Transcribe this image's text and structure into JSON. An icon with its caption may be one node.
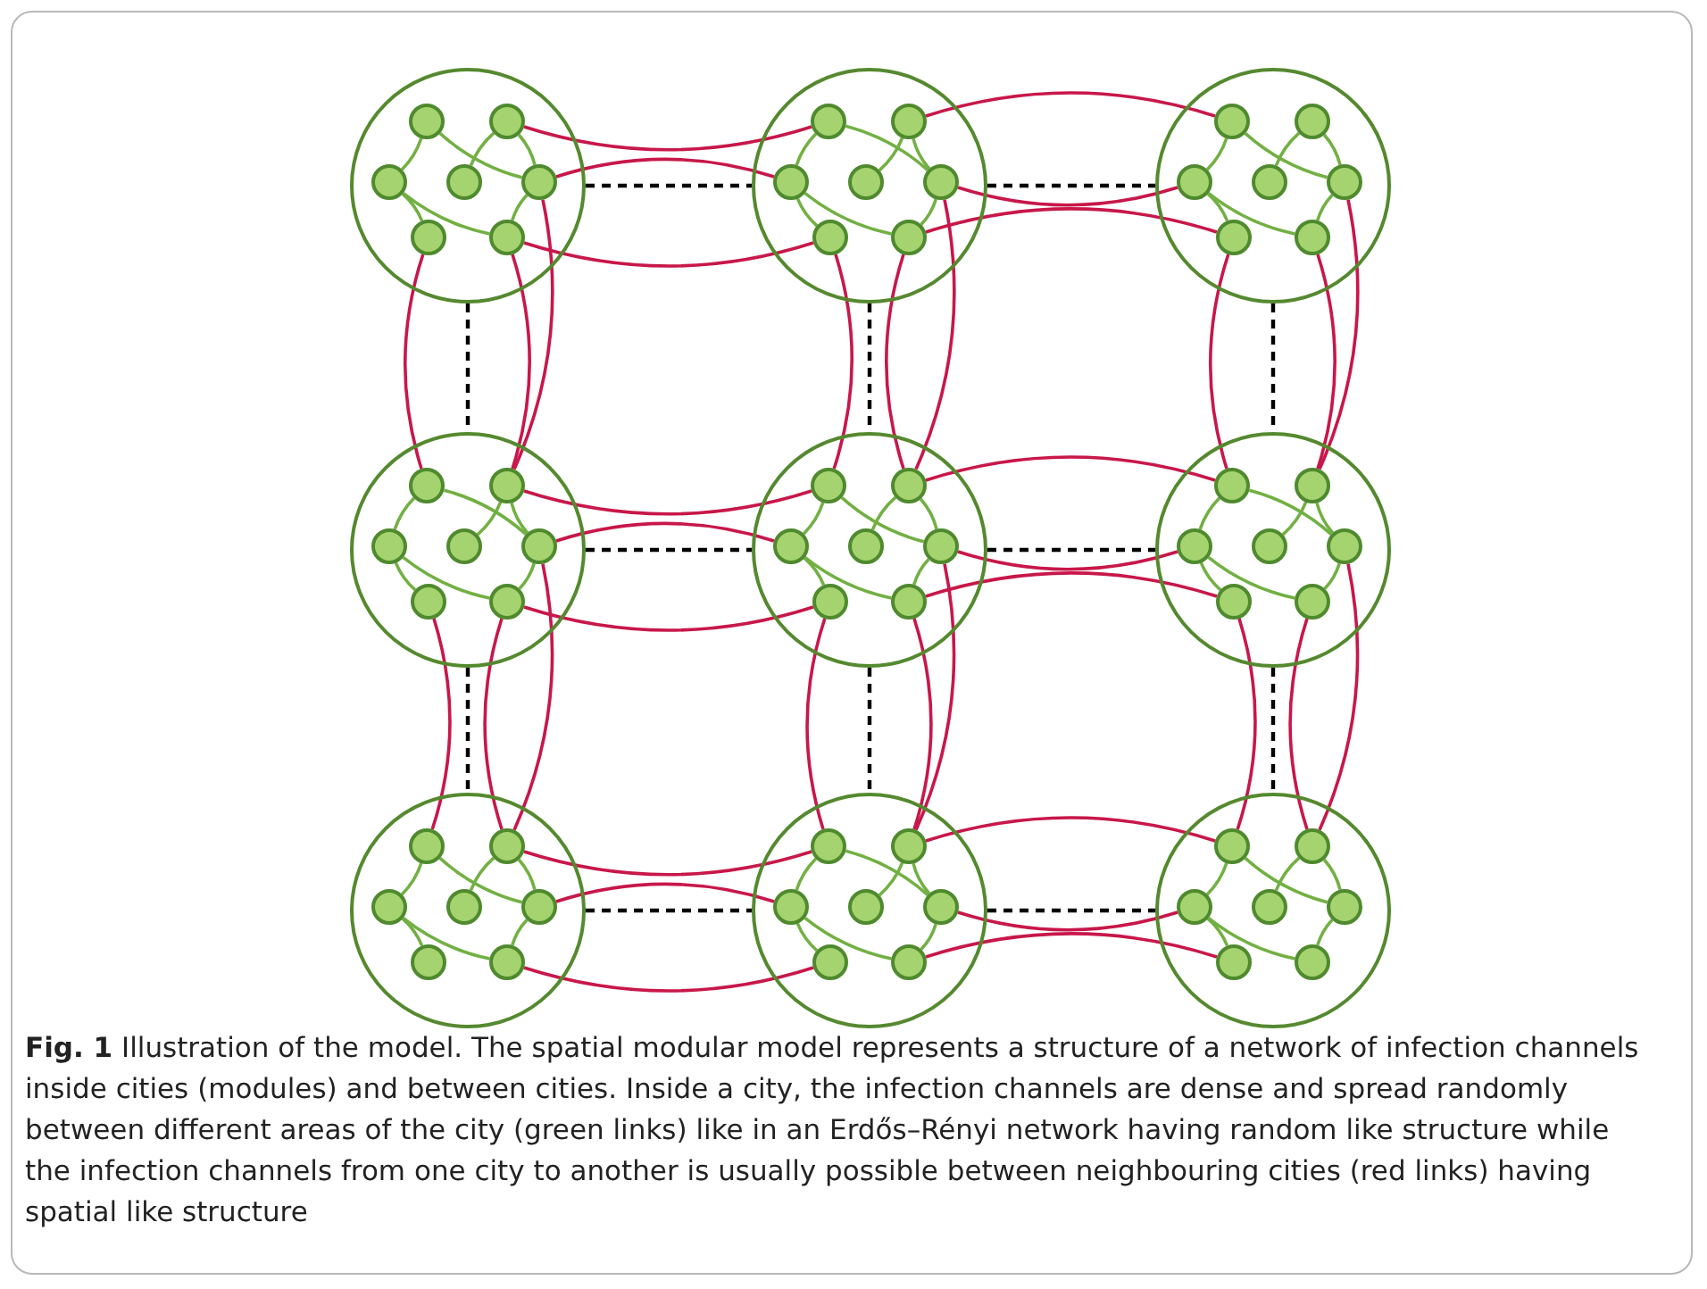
{
  "diagram": {
    "caption": "**Fig. 1** Illustration of the model. The spatial modular model represents a structure of a network of infection channels inside cities (modules) and between cities. Inside a city, the infection channels are dense and spread randomly between different areas of the city (green links) like in an Erdős–Rényi network having random like structure while the infection channels from one city to another is usually possible between neighbouring cities (red links) having spatial like structure",
    "nodes": [
      {
        "text": [],
        "shape": "circle"
      },
      {
        "text": [],
        "shape": "circle",
        "in": 0
      },
      {
        "text": [],
        "shape": "circle",
        "in": 0
      },
      {
        "text": [],
        "shape": "circle",
        "in": 0
      },
      {
        "text": [],
        "shape": "circle",
        "in": 0
      },
      {
        "text": [],
        "shape": "circle",
        "in": 0
      },
      {
        "text": [],
        "shape": "circle",
        "in": 0
      },
      {
        "text": [],
        "shape": "circle",
        "in": 0
      },
      {
        "text": [],
        "shape": "circle"
      },
      {
        "text": [],
        "shape": "circle",
        "in": 8
      },
      {
        "text": [],
        "shape": "circle",
        "in": 8
      },
      {
        "text": [],
        "shape": "circle",
        "in": 8
      },
      {
        "text": [],
        "shape": "circle",
        "in": 8
      },
      {
        "text": [],
        "shape": "circle",
        "in": 8
      },
      {
        "text": [],
        "shape": "circle",
        "in": 8
      },
      {
        "text": [],
        "shape": "circle",
        "in": 8
      },
      {
        "text": [],
        "shape": "circle"
      },
      {
        "text": [],
        "shape": "circle",
        "in": 16
      },
      {
        "text": [],
        "shape": "circle",
        "in": 16
      },
      {
        "text": [],
        "shape": "circle",
        "in": 16
      },
      {
        "text": [],
        "shape": "circle",
        "in": 16
      },
      {
        "text": [],
        "shape": "circle",
        "in": 16
      },
      {
        "text": [],
        "shape": "circle",
        "in": 16
      },
      {
        "text": [],
        "shape": "circle",
        "in": 16
      },
      {
        "text": [],
        "shape": "circle"
      },
      {
        "text": [],
        "shape": "circle",
        "in": 24
      },
      {
        "text": [],
        "shape": "circle",
        "in": 24
      },
      {
        "text": [],
        "shape": "circle",
        "in": 24
      },
      {
        "text": [],
        "shape": "circle",
        "in": 24
      },
      {
        "text": [],
        "shape": "circle",
        "in": 24
      },
      {
        "text": [],
        "shape": "circle",
        "in": 24
      },
      {
        "text": [],
        "shape": "circle",
        "in": 24
      },
      {
        "text": [],
        "shape": "circle"
      },
      {
        "text": [],
        "shape": "circle",
        "in": 32
      },
      {
        "text": [],
        "shape": "circle",
        "in": 32
      },
      {
        "text": [],
        "shape": "circle",
        "in": 32
      },
      {
        "text": [],
        "shape": "circle",
        "in": 32
      },
      {
        "text": [],
        "shape": "circle",
        "in": 32
      },
      {
        "text": [],
        "shape": "circle",
        "in": 32
      },
      {
        "text": [],
        "shape": "circle",
        "in": 32
      },
      {
        "text": [],
        "shape": "circle"
      },
      {
        "text": [],
        "shape": "circle",
        "in": 40
      },
      {
        "text": [],
        "shape": "circle",
        "in": 40
      },
      {
        "text": [],
        "shape": "circle",
        "in": 40
      },
      {
        "text": [],
        "shape": "circle",
        "in": 40
      },
      {
        "text": [],
        "shape": "circle",
        "in": 40
      },
      {
        "text": [],
        "shape": "circle",
        "in": 40
      },
      {
        "text": [],
        "shape": "circle",
        "in": 40
      },
      {
        "text": [],
        "shape": "circle"
      },
      {
        "text": [],
        "shape": "circle",
        "in": 48
      },
      {
        "text": [],
        "shape": "circle",
        "in": 48
      },
      {
        "text": [],
        "shape": "circle",
        "in": 48
      },
      {
        "text": [],
        "shape": "circle",
        "in": 48
      },
      {
        "text": [],
        "shape": "circle",
        "in": 48
      },
      {
        "text": [],
        "shape": "circle",
        "in": 48
      },
      {
        "text": [],
        "shape": "circle",
        "in": 48
      },
      {
        "text": [],
        "shape": "circle"
      },
      {
        "text": [],
        "shape": "circle",
        "in": 56
      },
      {
        "text": [],
        "shape": "circle",
        "in": 56
      },
      {
        "text": [],
        "shape": "circle",
        "in": 56
      },
      {
        "text": [],
        "shape": "circle",
        "in": 56
      },
      {
        "text": [],
        "shape": "circle",
        "in": 56
      },
      {
        "text": [],
        "shape": "circle",
        "in": 56
      },
      {
        "text": [],
        "shape": "circle",
        "in": 56
      },
      {
        "text": [],
        "shape": "circle"
      },
      {
        "text": [],
        "shape": "circle",
        "in": 64
      },
      {
        "text": [],
        "shape": "circle",
        "in": 64
      },
      {
        "text": [],
        "shape": "circle",
        "in": 64
      },
      {
        "text": [],
        "shape": "circle",
        "in": 64
      },
      {
        "text": [],
        "shape": "circle",
        "in": 64
      },
      {
        "text": [],
        "shape": "circle",
        "in": 64
      },
      {
        "text": [],
        "shape": "circle",
        "in": 64
      }
    ],
    "edges": [
      {
        "from": 1,
        "to": 3,
        "arrow": "none"
      },
      {
        "from": 1,
        "to": 5,
        "arrow": "none"
      },
      {
        "from": 2,
        "to": 5,
        "arrow": "none"
      },
      {
        "from": 2,
        "to": 4,
        "arrow": "none"
      },
      {
        "from": 3,
        "to": 6,
        "arrow": "none"
      },
      {
        "from": 5,
        "to": 7,
        "arrow": "none"
      },
      {
        "from": 3,
        "to": 7,
        "arrow": "none"
      },
      {
        "from": 9,
        "to": 11,
        "arrow": "none"
      },
      {
        "from": 9,
        "to": 13,
        "arrow": "none"
      },
      {
        "from": 10,
        "to": 13,
        "arrow": "none"
      },
      {
        "from": 10,
        "to": 12,
        "arrow": "none"
      },
      {
        "from": 11,
        "to": 14,
        "arrow": "none"
      },
      {
        "from": 13,
        "to": 15,
        "arrow": "none"
      },
      {
        "from": 11,
        "to": 15,
        "arrow": "none"
      },
      {
        "from": 17,
        "to": 19,
        "arrow": "none"
      },
      {
        "from": 17,
        "to": 21,
        "arrow": "none"
      },
      {
        "from": 18,
        "to": 21,
        "arrow": "none"
      },
      {
        "from": 18,
        "to": 20,
        "arrow": "none"
      },
      {
        "from": 19,
        "to": 22,
        "arrow": "none"
      },
      {
        "from": 21,
        "to": 23,
        "arrow": "none"
      },
      {
        "from": 19,
        "to": 23,
        "arrow": "none"
      },
      {
        "from": 25,
        "to": 27,
        "arrow": "none"
      },
      {
        "from": 25,
        "to": 29,
        "arrow": "none"
      },
      {
        "from": 26,
        "to": 29,
        "arrow": "none"
      },
      {
        "from": 26,
        "to": 28,
        "arrow": "none"
      },
      {
        "from": 27,
        "to": 30,
        "arrow": "none"
      },
      {
        "from": 29,
        "to": 31,
        "arrow": "none"
      },
      {
        "from": 27,
        "to": 31,
        "arrow": "none"
      },
      {
        "from": 33,
        "to": 35,
        "arrow": "none"
      },
      {
        "from": 33,
        "to": 37,
        "arrow": "none"
      },
      {
        "from": 34,
        "to": 37,
        "arrow": "none"
      },
      {
        "from": 34,
        "to": 36,
        "arrow": "none"
      },
      {
        "from": 35,
        "to": 38,
        "arrow": "none"
      },
      {
        "from": 37,
        "to": 39,
        "arrow": "none"
      },
      {
        "from": 35,
        "to": 39,
        "arrow": "none"
      },
      {
        "from": 41,
        "to": 43,
        "arrow": "none"
      },
      {
        "from": 41,
        "to": 45,
        "arrow": "none"
      },
      {
        "from": 42,
        "to": 45,
        "arrow": "none"
      },
      {
        "from": 42,
        "to": 44,
        "arrow": "none"
      },
      {
        "from": 43,
        "to": 46,
        "arrow": "none"
      },
      {
        "from": 45,
        "to": 47,
        "arrow": "none"
      },
      {
        "from": 43,
        "to": 47,
        "arrow": "none"
      },
      {
        "from": 49,
        "to": 51,
        "arrow": "none"
      },
      {
        "from": 49,
        "to": 53,
        "arrow": "none"
      },
      {
        "from": 50,
        "to": 53,
        "arrow": "none"
      },
      {
        "from": 50,
        "to": 52,
        "arrow": "none"
      },
      {
        "from": 51,
        "to": 54,
        "arrow": "none"
      },
      {
        "from": 53,
        "to": 55,
        "arrow": "none"
      },
      {
        "from": 51,
        "to": 55,
        "arrow": "none"
      },
      {
        "from": 57,
        "to": 59,
        "arrow": "none"
      },
      {
        "from": 57,
        "to": 61,
        "arrow": "none"
      },
      {
        "from": 58,
        "to": 61,
        "arrow": "none"
      },
      {
        "from": 58,
        "to": 60,
        "arrow": "none"
      },
      {
        "from": 59,
        "to": 62,
        "arrow": "none"
      },
      {
        "from": 61,
        "to": 63,
        "arrow": "none"
      },
      {
        "from": 59,
        "to": 63,
        "arrow": "none"
      },
      {
        "from": 65,
        "to": 67,
        "arrow": "none"
      },
      {
        "from": 65,
        "to": 69,
        "arrow": "none"
      },
      {
        "from": 66,
        "to": 69,
        "arrow": "none"
      },
      {
        "from": 66,
        "to": 68,
        "arrow": "none"
      },
      {
        "from": 67,
        "to": 70,
        "arrow": "none"
      },
      {
        "from": 69,
        "to": 71,
        "arrow": "none"
      },
      {
        "from": 67,
        "to": 71,
        "arrow": "none"
      },
      {
        "from": 2,
        "to": 9,
        "arrow": "none",
        "color": "#c8174a"
      },
      {
        "from": 5,
        "to": 11,
        "arrow": "none",
        "color": "#c8174a"
      },
      {
        "from": 7,
        "to": 14,
        "arrow": "none",
        "color": "#c8174a"
      },
      {
        "from": 10,
        "to": 17,
        "arrow": "none",
        "color": "#c8174a"
      },
      {
        "from": 13,
        "to": 19,
        "arrow": "none",
        "color": "#c8174a"
      },
      {
        "from": 15,
        "to": 22,
        "arrow": "none",
        "color": "#c8174a"
      },
      {
        "from": 26,
        "to": 33,
        "arrow": "none",
        "color": "#c8174a"
      },
      {
        "from": 29,
        "to": 35,
        "arrow": "none",
        "color": "#c8174a"
      },
      {
        "from": 31,
        "to": 38,
        "arrow": "none",
        "color": "#c8174a"
      },
      {
        "from": 34,
        "to": 41,
        "arrow": "none",
        "color": "#c8174a"
      },
      {
        "from": 37,
        "to": 43,
        "arrow": "none",
        "color": "#c8174a"
      },
      {
        "from": 39,
        "to": 46,
        "arrow": "none",
        "color": "#c8174a"
      },
      {
        "from": 50,
        "to": 57,
        "arrow": "none",
        "color": "#c8174a"
      },
      {
        "from": 53,
        "to": 59,
        "arrow": "none",
        "color": "#c8174a"
      },
      {
        "from": 55,
        "to": 62,
        "arrow": "none",
        "color": "#c8174a"
      },
      {
        "from": 58,
        "to": 65,
        "arrow": "none",
        "color": "#c8174a"
      },
      {
        "from": 61,
        "to": 67,
        "arrow": "none",
        "color": "#c8174a"
      },
      {
        "from": 63,
        "to": 70,
        "arrow": "none",
        "color": "#c8174a"
      },
      {
        "from": 6,
        "to": 25,
        "arrow": "none",
        "color": "#c8174a"
      },
      {
        "from": 7,
        "to": 26,
        "arrow": "none",
        "color": "#c8174a"
      },
      {
        "from": 5,
        "to": 26,
        "arrow": "none",
        "color": "#c8174a"
      },
      {
        "from": 14,
        "to": 33,
        "arrow": "none",
        "color": "#c8174a"
      },
      {
        "from": 15,
        "to": 34,
        "arrow": "none",
        "color": "#c8174a"
      },
      {
        "from": 13,
        "to": 34,
        "arrow": "none",
        "color": "#c8174a"
      },
      {
        "from": 22,
        "to": 41,
        "arrow": "none",
        "color": "#c8174a"
      },
      {
        "from": 23,
        "to": 42,
        "arrow": "none",
        "color": "#c8174a"
      },
      {
        "from": 21,
        "to": 42,
        "arrow": "none",
        "color": "#c8174a"
      },
      {
        "from": 30,
        "to": 49,
        "arrow": "none",
        "color": "#c8174a"
      },
      {
        "from": 31,
        "to": 50,
        "arrow": "none",
        "color": "#c8174a"
      },
      {
        "from": 29,
        "to": 50,
        "arrow": "none",
        "color": "#c8174a"
      },
      {
        "from": 38,
        "to": 57,
        "arrow": "none",
        "color": "#c8174a"
      },
      {
        "from": 39,
        "to": 58,
        "arrow": "none",
        "color": "#c8174a"
      },
      {
        "from": 37,
        "to": 58,
        "arrow": "none",
        "color": "#c8174a"
      },
      {
        "from": 46,
        "to": 65,
        "arrow": "none",
        "color": "#c8174a"
      },
      {
        "from": 47,
        "to": 66,
        "arrow": "none",
        "color": "#c8174a"
      },
      {
        "from": 45,
        "to": 66,
        "arrow": "none",
        "color": "#c8174a"
      },
      {
        "from": 0,
        "to": 8,
        "arrow": "none",
        "style": "dashed",
        "color": "#000000"
      },
      {
        "from": 8,
        "to": 16,
        "arrow": "none",
        "style": "dashed",
        "color": "#000000"
      },
      {
        "from": 24,
        "to": 32,
        "arrow": "none",
        "style": "dashed",
        "color": "#000000"
      },
      {
        "from": 32,
        "to": 40,
        "arrow": "none",
        "style": "dashed",
        "color": "#000000"
      },
      {
        "from": 48,
        "to": 56,
        "arrow": "none",
        "style": "dashed",
        "color": "#000000"
      },
      {
        "from": 56,
        "to": 64,
        "arrow": "none",
        "style": "dashed",
        "color": "#000000"
      },
      {
        "from": 0,
        "to": 24,
        "arrow": "none",
        "style": "dashed",
        "color": "#000000"
      },
      {
        "from": 8,
        "to": 32,
        "arrow": "none",
        "style": "dashed",
        "color": "#000000"
      },
      {
        "from": 16,
        "to": 40,
        "arrow": "none",
        "style": "dashed",
        "color": "#000000"
      },
      {
        "from": 24,
        "to": 48,
        "arrow": "none",
        "style": "dashed",
        "color": "#000000"
      },
      {
        "from": 32,
        "to": 56,
        "arrow": "none",
        "style": "dashed",
        "color": "#000000"
      },
      {
        "from": 40,
        "to": 64,
        "arrow": "none",
        "style": "dashed",
        "color": "#000000"
      }
    ]
  }
}
